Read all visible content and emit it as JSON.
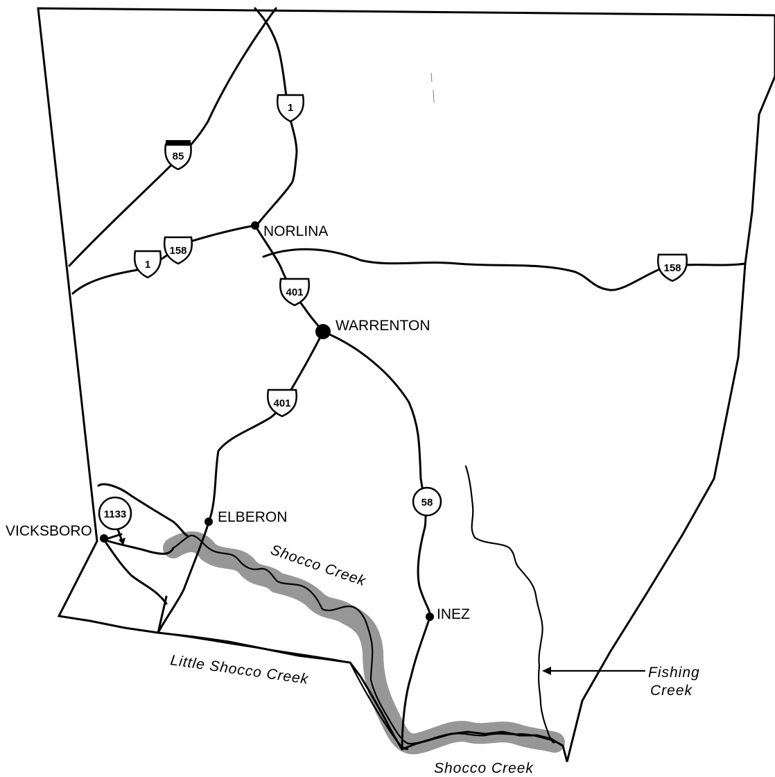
{
  "towns": {
    "norlina": "NORLINA",
    "warrenton": "WARRENTON",
    "elberon": "ELBERON",
    "vicksboro": "VICKSBORO",
    "inez": "INEZ"
  },
  "creeks": {
    "shocco_upper": "Shocco Creek",
    "shocco_lower": "Shocco Creek",
    "little_shocco": "Little Shocco Creek",
    "fishing_line1": "Fishing",
    "fishing_line2": "Creek"
  },
  "shields": {
    "us1_north": "1",
    "i85": "85",
    "us1_west": "1",
    "us158_west": "158",
    "us401_north": "401",
    "us158_east": "158",
    "us401_south": "401",
    "nc58": "58",
    "sr1133": "1133"
  },
  "colors": {
    "highlight": "#8c8c8c",
    "lines": "#000000",
    "background": "#ffffff"
  }
}
